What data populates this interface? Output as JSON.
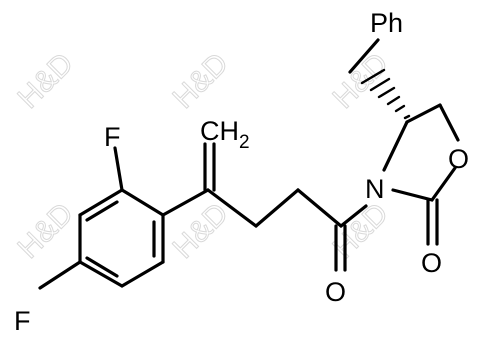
{
  "molecule": {
    "labels": {
      "ph": "Ph",
      "f_ortho": "F",
      "f_para": "F",
      "ch2_main": "CH",
      "ch2_sub": "2",
      "n": "N",
      "o_ring": "O",
      "o_carbonyl_ring": "O",
      "o_carbonyl_chain": "O"
    }
  },
  "watermark": {
    "text": "H&D"
  },
  "colors": {
    "line": "#000000",
    "watermark": "#d9d9d9"
  }
}
